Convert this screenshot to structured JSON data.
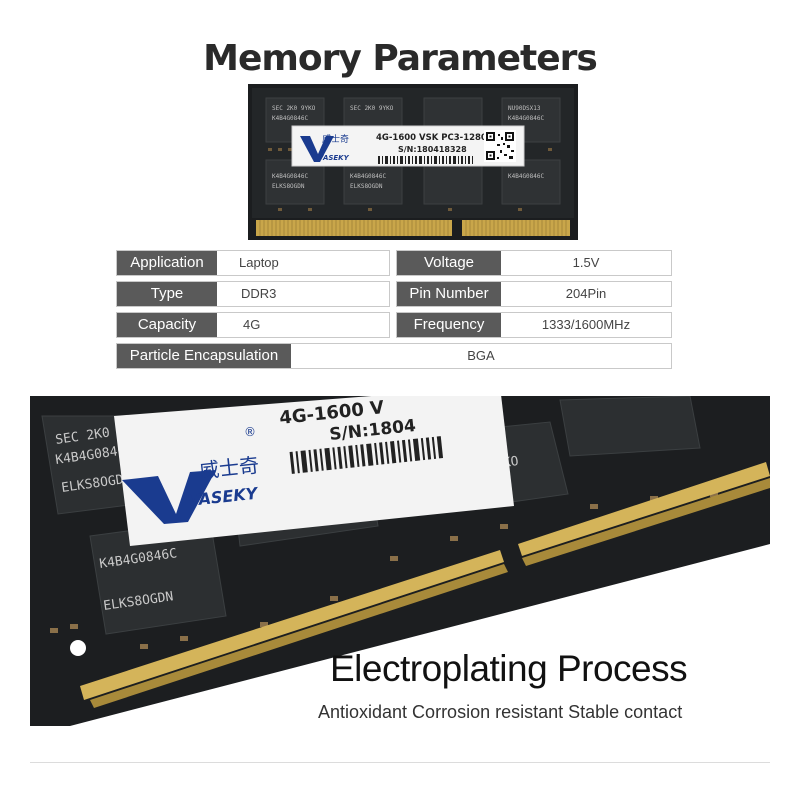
{
  "header": {
    "title": "Memory Parameters"
  },
  "module_top": {
    "brand_logo_text": "威士奇",
    "brand_name": "VASEKY",
    "model_line": "4G-1600 VSK PC3-12800",
    "serial_line": "S/N:180418328",
    "chip_top_markings": [
      "SEC 2K0 9YKO",
      "SEC 2K0 9YKO",
      "",
      "NU90DSX13"
    ],
    "chip_code": "K4B4G0846C",
    "chip_sub": "ELKS8OGDN"
  },
  "specs": {
    "application": {
      "label": "Application",
      "value": "Laptop"
    },
    "voltage": {
      "label": "Voltage",
      "value": "1.5V"
    },
    "type": {
      "label": "Type",
      "value": "DDR3"
    },
    "pin_number": {
      "label": "Pin Number",
      "value": "204Pin"
    },
    "capacity": {
      "label": "Capacity",
      "value": "4G"
    },
    "frequency": {
      "label": "Frequency",
      "value": "1333/1600MHz"
    },
    "particle": {
      "label": "Particle Encapsulation",
      "value": "BGA"
    }
  },
  "module_big": {
    "model_line": "4G-1600 V",
    "serial_line": "S/N:1804",
    "registered_mark": "®",
    "brand_logo_text": "威士奇",
    "brand_name": "VASEKY",
    "chip_top_marking": "SEC 2K0 8YKO",
    "chip_code": "K4B4G0846C",
    "chip_sub": "ELKS8OGDN"
  },
  "feature": {
    "title": "Electroplating Process",
    "subtitle": "Antioxidant Corrosion resistant Stable contact"
  }
}
